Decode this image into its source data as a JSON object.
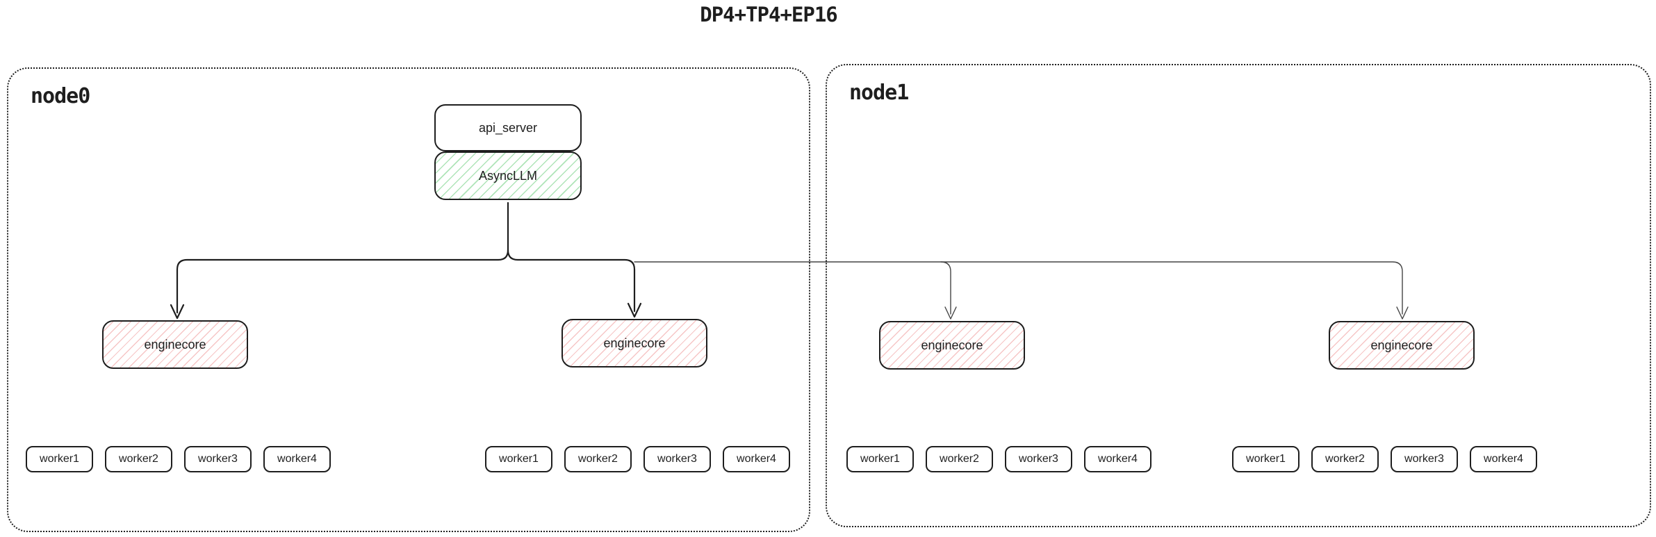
{
  "title": "DP4+TP4+EP16",
  "colors": {
    "ink": "#1e1e1e",
    "green_hatch": "#40c057",
    "red_hatch": "#e03131",
    "thin_arrow": "#444444",
    "background": "#ffffff"
  },
  "nodes": [
    {
      "label": "node0",
      "api_server": "api_server",
      "async_llm": "AsyncLLM",
      "enginecores": [
        "enginecore",
        "enginecore"
      ],
      "worker_groups": [
        [
          "worker1",
          "worker2",
          "worker3",
          "worker4"
        ],
        [
          "worker1",
          "worker2",
          "worker3",
          "worker4"
        ]
      ]
    },
    {
      "label": "node1",
      "enginecores": [
        "enginecore",
        "enginecore"
      ],
      "worker_groups": [
        [
          "worker1",
          "worker2",
          "worker3",
          "worker4"
        ],
        [
          "worker1",
          "worker2",
          "worker3",
          "worker4"
        ]
      ]
    }
  ]
}
